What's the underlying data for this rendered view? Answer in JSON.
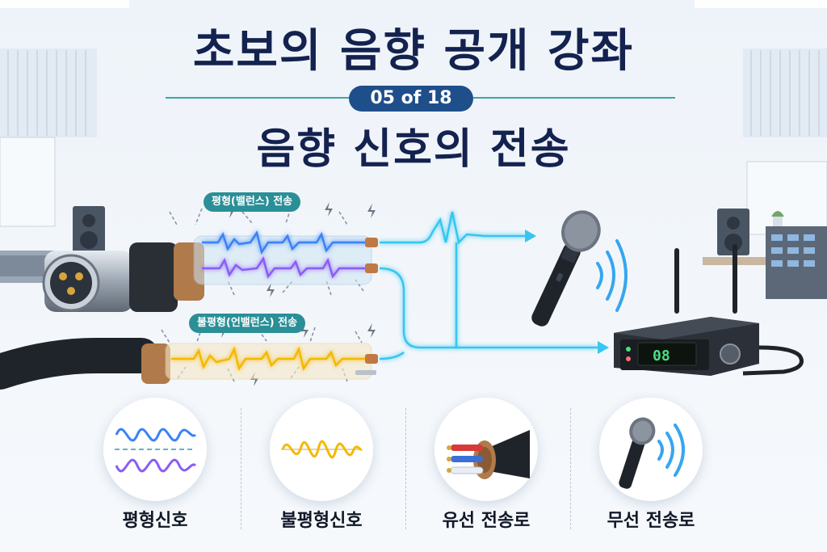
{
  "header": {
    "title": "초보의 음향 공개 강좌",
    "episode": "05 of 18",
    "subtitle": "음향 신호의 전송"
  },
  "labels": {
    "balanced": "평형(밸런스) 전송",
    "unbalanced": "불평형(언밸런스) 전송"
  },
  "receiver": {
    "display": "08"
  },
  "cards": [
    {
      "label": "평형신호",
      "icon": "balanced-wave-icon"
    },
    {
      "label": "불평형신호",
      "icon": "unbalanced-wave-icon"
    },
    {
      "label": "유선 전송로",
      "icon": "cable-icon"
    },
    {
      "label": "무선 전송로",
      "icon": "wireless-mic-icon"
    }
  ],
  "colors": {
    "title": "#14224f",
    "accent_teal": "#2a8f97",
    "episode_badge": "#1f4f8a",
    "balanced_wave_top": "#3b82f6",
    "balanced_wave_bottom": "#8b5cf6",
    "unbalanced_wave": "#f5b800",
    "signal_glow": "#36c6f0"
  }
}
